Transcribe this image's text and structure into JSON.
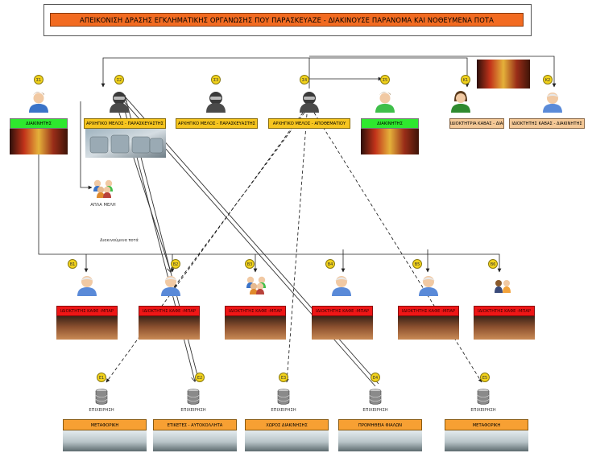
{
  "title": "ΑΠΕΙΚΟΝΙΣΗ ΔΡΑΣΗΣ ΕΓΚΛΗΜΑΤΙΚΗΣ ΟΡΓΑΝΩΣΗΣ ΠΟΥ ΠΑΡΑΣΚΕΥΑΖΕ - ΔΙΑΚΙΝΟΥΣΕ ΠΑΡΑΝΟΜΑ ΚΑΙ ΝΟΘΕΥΜΕΝΑ ΠΟΤΑ",
  "top_row": [
    {
      "badge": "Σ1",
      "label": "ΔΙΑΚΙΝΗΤΗΣ"
    },
    {
      "badge": "Σ2",
      "label": "ΑΡΧΗΓΙΚΟ ΜΕΛΟΣ - ΠΑΡΑΣΚΕΥΑΣΤΗΣ"
    },
    {
      "badge": "Σ3",
      "label": "ΑΡΧΗΓΙΚΟ ΜΕΛΟΣ - ΠΑΡΑΣΚΕΥΑΣΤΗΣ"
    },
    {
      "badge": "Σ4",
      "label": "ΑΡΧΗΓΙΚΟ ΜΕΛΟΣ - ΑΠΟΘΕΜΑΤΙΟΥ"
    },
    {
      "badge": "Σ5",
      "label": "ΔΙΑΚΙΝΗΤΗΣ"
    },
    {
      "badge": "Κ1",
      "label": "ΙΔΙΟΚΤΗΤΡΙΑ ΚΑΒΑΣ - ΔΙΑΚΙΝΗΤΡΙΑ"
    },
    {
      "badge": "Κ2",
      "label": "ΙΔΙΟΚΤΗΤΗΣ ΚΑΒΑΣ - ΔΙΑΚΙΝΗΤΗΣ"
    }
  ],
  "simple_members_label": "ΑΠΛΑ ΜΕΛΗ",
  "flow_label": "Διακινούμενα ποτά",
  "bars": [
    {
      "badge": "Β1",
      "label": "ΙΔΙΟΚΤΗΤΗΣ ΚΑΦΕ -ΜΠΑΡ"
    },
    {
      "badge": "Β2",
      "label": "ΙΔΙΟΚΤΗΤΗΣ ΚΑΦΕ -ΜΠΑΡ"
    },
    {
      "badge": "Β3",
      "label": "ΙΔΙΟΚΤΗΤΗΣ ΚΑΦΕ -ΜΠΑΡ"
    },
    {
      "badge": "Β4",
      "label": "ΙΔΙΟΚΤΗΤΗΣ ΚΑΦΕ -ΜΠΑΡ"
    },
    {
      "badge": "Β5",
      "label": "ΙΔΙΟΚΤΗΤΗΣ ΚΑΦΕ -ΜΠΑΡ"
    },
    {
      "badge": "Β6",
      "label": "ΙΔΙΟΚΤΗΤΗΣ ΚΑΦΕ -ΜΠΑΡ"
    }
  ],
  "businesses": [
    {
      "badge": "Ε1",
      "caption": "ΕΠΙΧΕΙΡΗΣΗ",
      "label": "ΜΕΤΑΦΟΡΙΚΗ"
    },
    {
      "badge": "Ε2",
      "caption": "ΕΠΙΧΕΙΡΗΣΗ",
      "label": "ΕΤΙΚΕΤΕΣ - ΑΥΤΟΚΟΛΛΗΤΑ"
    },
    {
      "badge": "Ε3",
      "caption": "ΕΠΙΧΕΙΡΗΣΗ",
      "label": "ΧΩΡΟΣ ΔΙΑΚΙΝΗΣΗΣ"
    },
    {
      "badge": "Ε4",
      "caption": "ΕΠΙΧΕΙΡΗΣΗ",
      "label": "ΠΡΟΜΗΘΕΙΑ ΦΙΑΛΩΝ"
    },
    {
      "badge": "Ε5",
      "caption": "ΕΠΙΧΕΙΡΗΣΗ",
      "label": "ΜΕΤΑΦΟΡΙΚΗ"
    }
  ],
  "colors": {
    "title_bg": "#f26b21",
    "green_label": "#2ee82e",
    "yellow_label": "#f6c51f",
    "red_label": "#ee1616",
    "peach_label": "#f4c896",
    "orange_label": "#f7a033",
    "badge": "#f2d21b"
  }
}
